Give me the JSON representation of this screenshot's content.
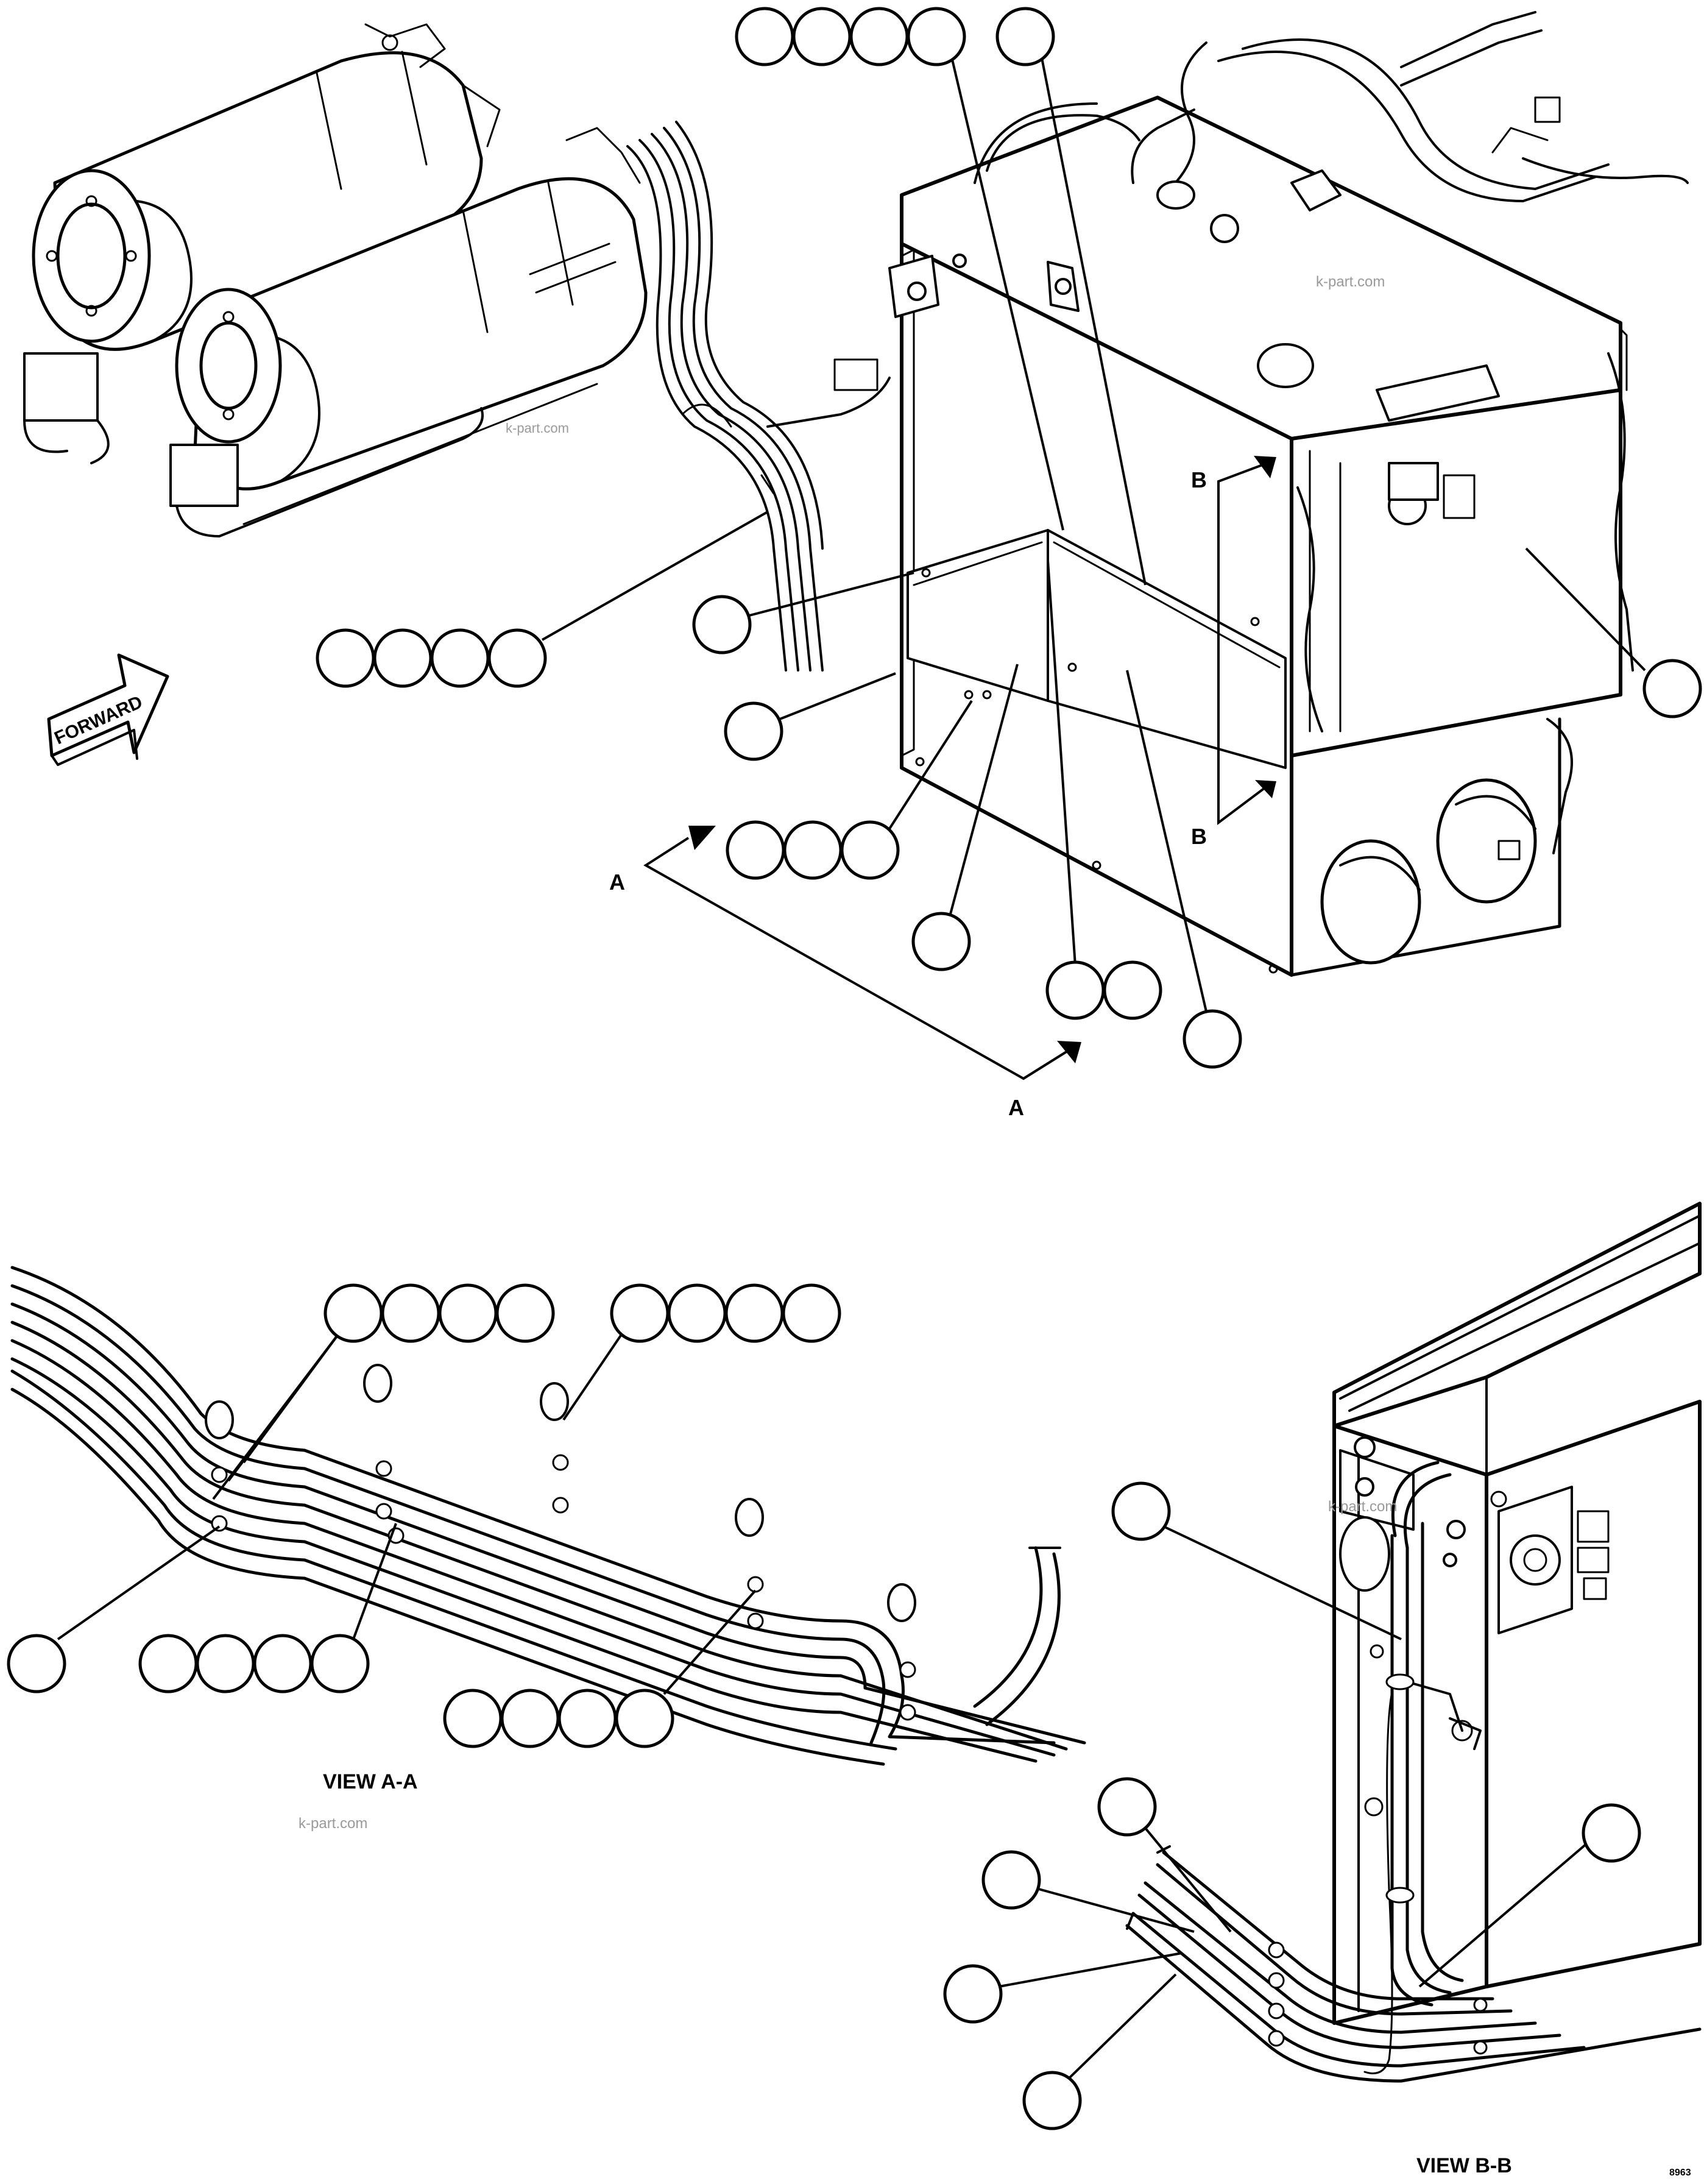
{
  "labels": {
    "forward": "FORWARD",
    "section_a": "A",
    "section_b": "B",
    "view_a": "VIEW A-A",
    "view_b": "VIEW B-B",
    "watermark": "k-part.com",
    "figure_code": "8963"
  }
}
